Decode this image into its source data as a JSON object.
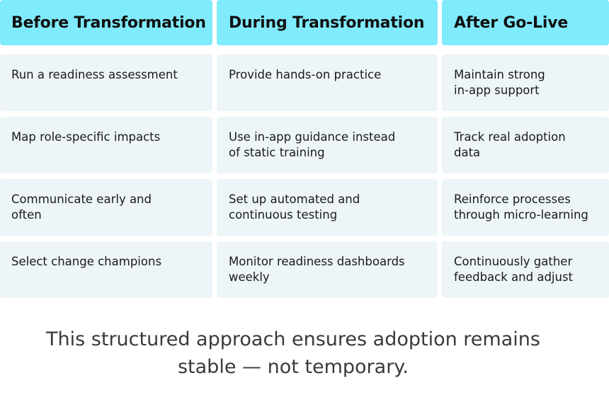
{
  "columns": [
    {
      "header": "Before Transformation",
      "items": [
        "Run a readiness assessment",
        "Map role-specific impacts",
        "Communicate early and\noften",
        "Select change champions"
      ]
    },
    {
      "header": "During Transformation",
      "items": [
        "Provide hands-on practice",
        "Use in-app guidance instead\nof static training",
        "Set up automated and\ncontinuous testing",
        "Monitor readiness dashboards\nweekly"
      ]
    },
    {
      "header": "After Go-Live",
      "items": [
        "Maintain strong\nin-app support",
        "Track real adoption\ndata",
        "Reinforce processes\nthrough micro-learning",
        "Continuously gather\nfeedback and adjust"
      ]
    }
  ],
  "footer": "This structured approach ensures adoption remains\nstable — not temporary.",
  "colors": {
    "header_bg": "#80ebfd",
    "cell_bg": "#edf5f8"
  }
}
